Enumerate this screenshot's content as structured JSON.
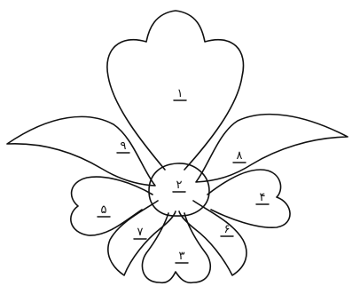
{
  "figure": {
    "regions": [
      {
        "id": "top-petal",
        "label": "۱"
      },
      {
        "id": "center",
        "label": "۲"
      },
      {
        "id": "bottom-petal",
        "label": "۳"
      },
      {
        "id": "right-small-petal",
        "label": "۴"
      },
      {
        "id": "left-small-petal",
        "label": "۵"
      },
      {
        "id": "lower-right-petal",
        "label": "۶"
      },
      {
        "id": "lower-left-petal",
        "label": "۷"
      },
      {
        "id": "right-leaf",
        "label": "۸"
      },
      {
        "id": "left-leaf",
        "label": "۹"
      }
    ],
    "colors": {
      "line": "#111111",
      "background": "#ffffff"
    }
  }
}
